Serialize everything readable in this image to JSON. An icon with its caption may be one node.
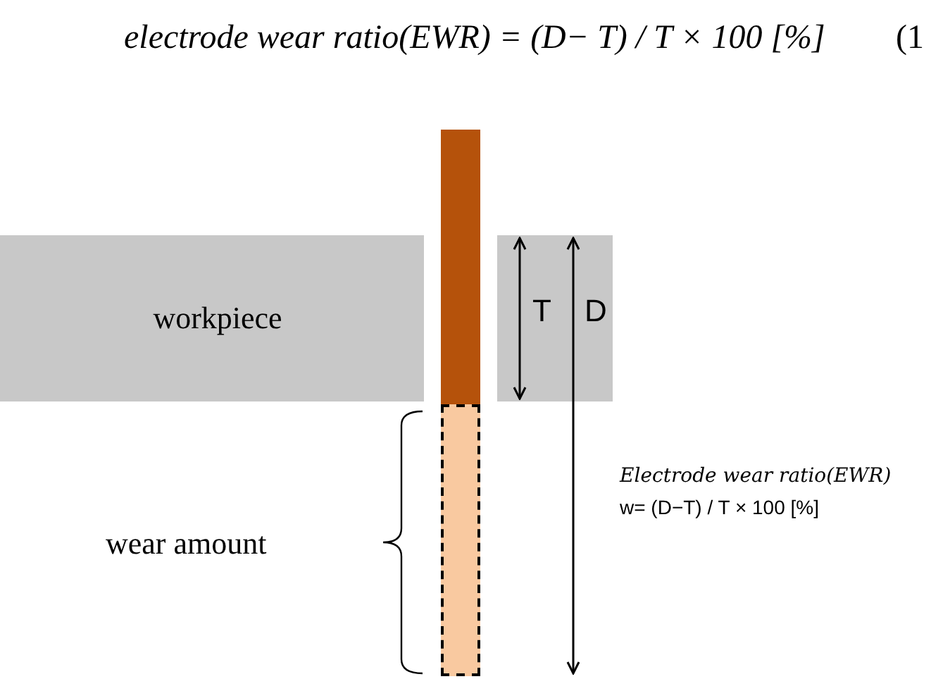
{
  "diagram": {
    "nodes": [
      {
        "text": [
          "workpiece"
        ]
      },
      {
        "text": [],
        "shape": "box"
      },
      {
        "text": [],
        "shape": "bar"
      },
      {
        "text": [],
        "shape": "bar"
      }
    ],
    "labels": [
      "electrode wear ratio(EWR) = (D− T) / T × 100 [%]",
      "(1",
      "T",
      "D",
      "wear amount",
      "Electrode wear ratio(EWR)",
      "w= (D−T) / T × 100 [%]"
    ]
  }
}
